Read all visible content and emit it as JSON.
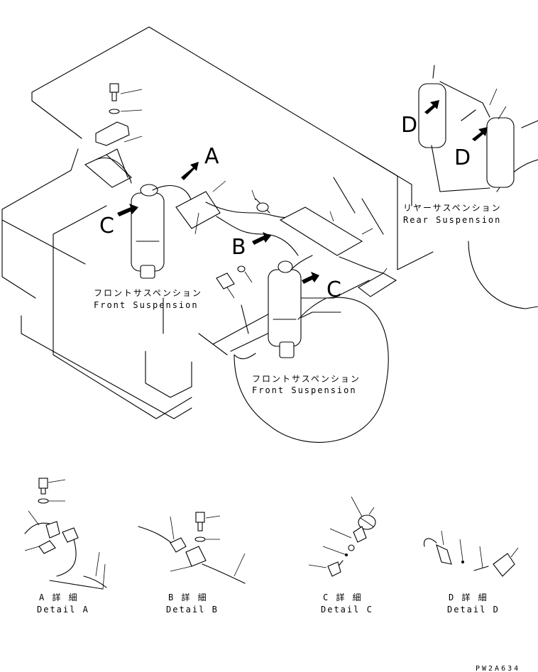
{
  "diagram": {
    "callouts": {
      "a": "A",
      "b": "B",
      "c_left": "C",
      "c_right": "C",
      "d_left": "D",
      "d_right": "D"
    },
    "labels": {
      "front_left_jp": "フロントサスペンション",
      "front_left_en": "Front Suspension",
      "front_right_jp": "フロントサスペンション",
      "front_right_en": "Front Suspension",
      "rear_jp": "リヤーサスペンション",
      "rear_en": "Rear Suspension"
    },
    "details": [
      {
        "jp": "A 詳 細",
        "en": "Detail A"
      },
      {
        "jp": "B 詳 細",
        "en": "Detail B"
      },
      {
        "jp": "C 詳 細",
        "en": "Detail C"
      },
      {
        "jp": "D 詳 細",
        "en": "Detail D"
      }
    ],
    "drawing_code": "PW2A634"
  }
}
